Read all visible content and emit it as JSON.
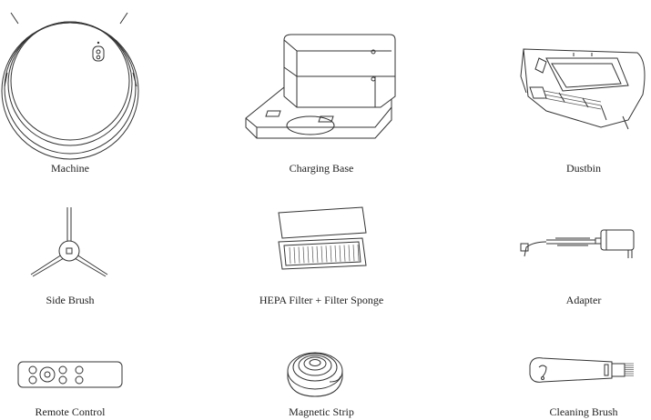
{
  "items": [
    {
      "label": "Machine",
      "icon": "robot-vacuum-icon"
    },
    {
      "label": "Charging Base",
      "icon": "charging-base-icon"
    },
    {
      "label": "Dustbin",
      "icon": "dustbin-icon"
    },
    {
      "label": "Side Brush",
      "icon": "side-brush-icon"
    },
    {
      "label": "HEPA Filter + Filter Sponge",
      "icon": "hepa-filter-icon"
    },
    {
      "label": "Adapter",
      "icon": "adapter-icon"
    },
    {
      "label": "Remote Control",
      "icon": "remote-control-icon"
    },
    {
      "label": "Magnetic Strip",
      "icon": "magnetic-strip-icon"
    },
    {
      "label": "Cleaning Brush",
      "icon": "cleaning-brush-icon"
    }
  ]
}
